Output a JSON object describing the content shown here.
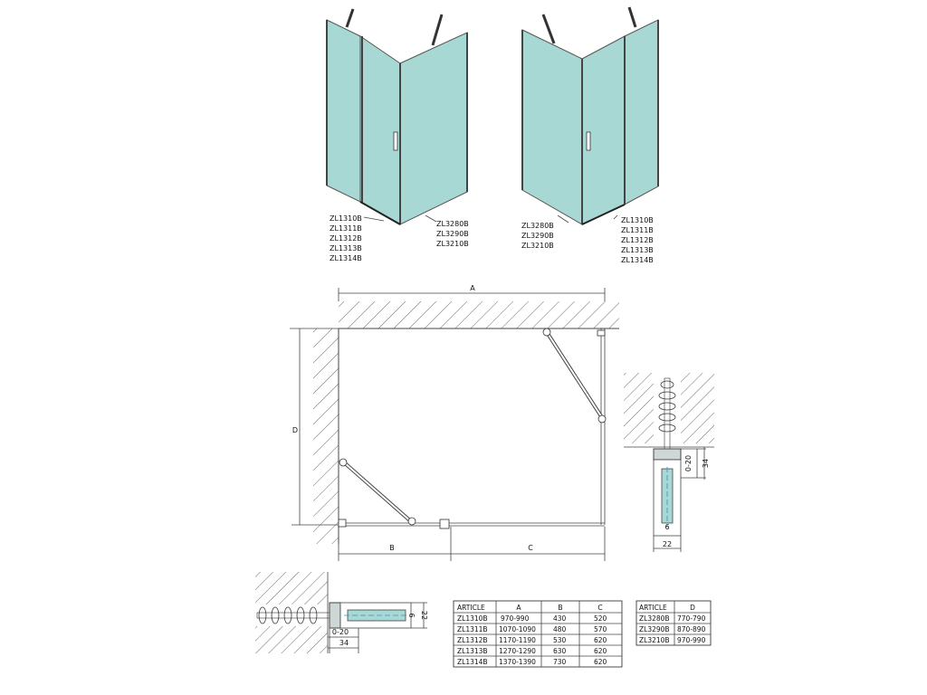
{
  "left_unit": {
    "door_codes": [
      "ZL1310B",
      "ZL1311B",
      "ZL1312B",
      "ZL1313B",
      "ZL1314B"
    ],
    "wall_codes": [
      "ZL3280B",
      "ZL3290B",
      "ZL3210B"
    ]
  },
  "right_unit": {
    "wall_codes": [
      "ZL3280B",
      "ZL3290B",
      "ZL3210B"
    ],
    "door_codes": [
      "ZL1310B",
      "ZL1311B",
      "ZL1312B",
      "ZL1313B",
      "ZL1314B"
    ]
  },
  "plan": {
    "dim_a": "A",
    "dim_b": "B",
    "dim_c": "C",
    "dim_d": "D"
  },
  "profile_right": {
    "d1": "0-20",
    "d2": "34",
    "d3": "6",
    "d4": "22"
  },
  "profile_bottom": {
    "d1": "22",
    "d2": "6",
    "d3": "0-20",
    "d4": "34"
  },
  "table1": {
    "headers": [
      "ARTICLE",
      "A",
      "B",
      "C"
    ],
    "rows": [
      [
        "ZL1310B",
        "970-990",
        "430",
        "520"
      ],
      [
        "ZL1311B",
        "1070-1090",
        "480",
        "570"
      ],
      [
        "ZL1312B",
        "1170-1190",
        "530",
        "620"
      ],
      [
        "ZL1313B",
        "1270-1290",
        "630",
        "620"
      ],
      [
        "ZL1314B",
        "1370-1390",
        "730",
        "620"
      ]
    ]
  },
  "table2": {
    "headers": [
      "ARTICLE",
      "D"
    ],
    "rows": [
      [
        "ZL3280B",
        "770-790"
      ],
      [
        "ZL3290B",
        "870-890"
      ],
      [
        "ZL3210B",
        "970-990"
      ]
    ]
  }
}
